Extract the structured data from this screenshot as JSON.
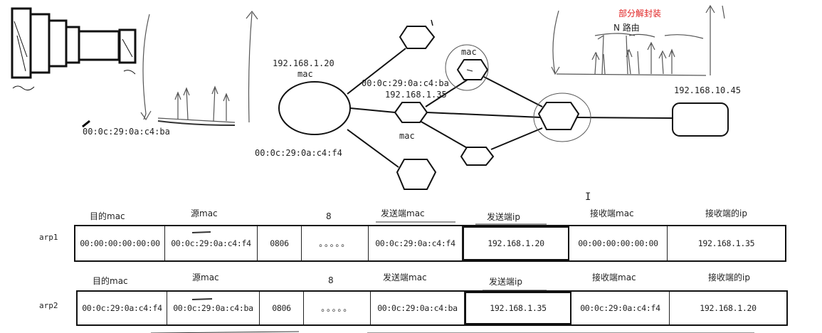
{
  "network": {
    "left_mac": "00:0c:29:0a:c4:ba",
    "host_ip": "192.168.1.20",
    "host_mac_label": "mac",
    "host_mac": "00:0c:29:0a:c4:f4",
    "switch_mac": "00:0c:29:0a:c4:ba",
    "switch_ip": "192.168.1.35",
    "switch_mac_label": "mac",
    "top_node_label": "mac",
    "dest_ip": "192.168.10.45",
    "annotation_red": "部分解封装",
    "annotation_router": "N 路由",
    "cursor": "I"
  },
  "table_headers": [
    "目的mac",
    "源mac",
    "8",
    "发送端mac",
    "发送端ip",
    "接收端mac",
    "接收端的ip"
  ],
  "arp_rows": [
    {
      "label": "arp1",
      "cells": [
        "00:00:00:00:00:00",
        "00:0c:29:0a:c4:f4",
        "0806",
        "。。。。。",
        "00:0c:29:0a:c4:f4",
        "192.168.1.20",
        "00:00:00:00:00:00",
        "192.168.1.35"
      ]
    },
    {
      "label": "arp2",
      "cells": [
        "00:0c:29:0a:c4:f4",
        "00:0c:29:0a:c4:ba",
        "0806",
        "。。。。。",
        "00:0c:29:0a:c4:ba",
        "192.168.1.35",
        "00:0c:29:0a:c4:f4",
        "192.168.1.20"
      ]
    }
  ]
}
